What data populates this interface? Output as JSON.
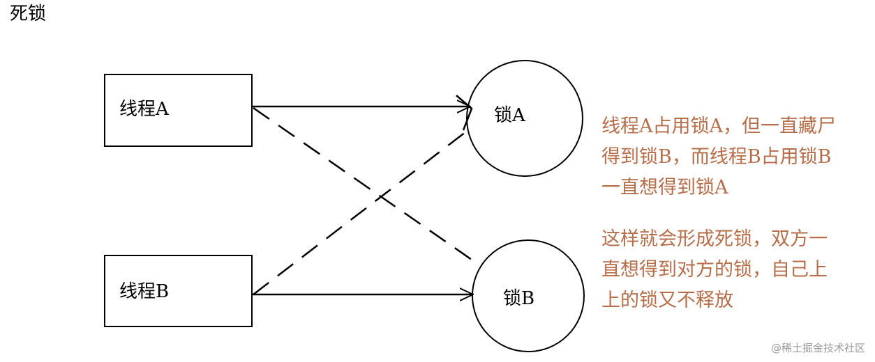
{
  "title": "死锁",
  "nodes": {
    "thread_a": "线程A",
    "thread_b": "线程B",
    "lock_a": "锁A",
    "lock_b": "锁B"
  },
  "notes": {
    "holding": "线程A占用锁A，但一直藏尸得到锁B，而线程B占用锁B一直想得到锁A",
    "deadlock": "这样就会形成死锁，双方一直想得到对方的锁，自己上上的锁又不释放"
  },
  "watermark": "@稀土掘金技术社区",
  "colors": {
    "note_text": "#b56d4a",
    "line": "#000000",
    "watermark": "#9a9a9a"
  }
}
